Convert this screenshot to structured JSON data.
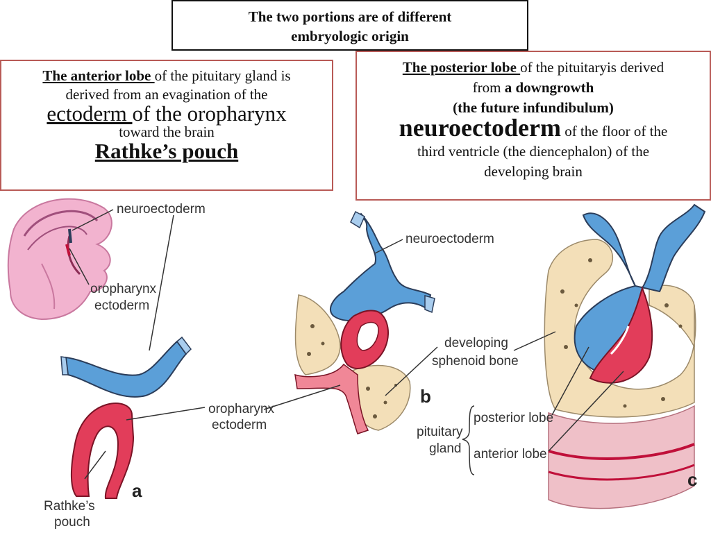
{
  "header": {
    "line1": "The two portions are of different",
    "line2": "embryologic origin"
  },
  "anterior": {
    "term": "The anterior lobe ",
    "l1_rest": "of the pituitary gland is",
    "l2": "derived from an evagination of the",
    "ectoderm": "ectoderm ",
    "l3_rest": "of the oropharynx",
    "l4": "toward the brain",
    "pouch": "Rathke’s pouch"
  },
  "posterior": {
    "term": "The posterior lobe ",
    "l1_rest": "of the pituitaryis derived",
    "l2_pre": "from ",
    "l2_bold": "a downgrowth",
    "l3": "(the future infundibulum)",
    "neuro": "neuroectoderm",
    "l4_rest": " of the floor of the",
    "l5": "third ventricle (the diencephalon) of the",
    "l6": "developing brain"
  },
  "figure": {
    "labels": {
      "neuroectoderm_a": "neuroectoderm",
      "oropharynx_a_1": "oropharynx",
      "oropharynx_a_2": "ectoderm",
      "rathke_1": "Rathke’s",
      "rathke_2": "pouch",
      "neuroectoderm_b": "neuroectoderm",
      "developing_1": "developing",
      "developing_2": "sphenoid bone",
      "oropharynx_b_1": "oropharynx",
      "oropharynx_b_2": "ectoderm",
      "pituitary_1": "pituitary",
      "pituitary_2": "gland",
      "posterior_lobe": "posterior lobe",
      "anterior_lobe": "anterior lobe"
    },
    "panels": {
      "a": "a",
      "b": "b",
      "c": "c"
    },
    "colors": {
      "neuro_blue": "#5b9fd8",
      "light_blue": "#a9cdee",
      "ectoderm_red": "#e23d5a",
      "embryo_pink": "#f2b3cf",
      "bone_tan": "#f3dfb8",
      "dark_outline": "#2b3d5a"
    }
  }
}
